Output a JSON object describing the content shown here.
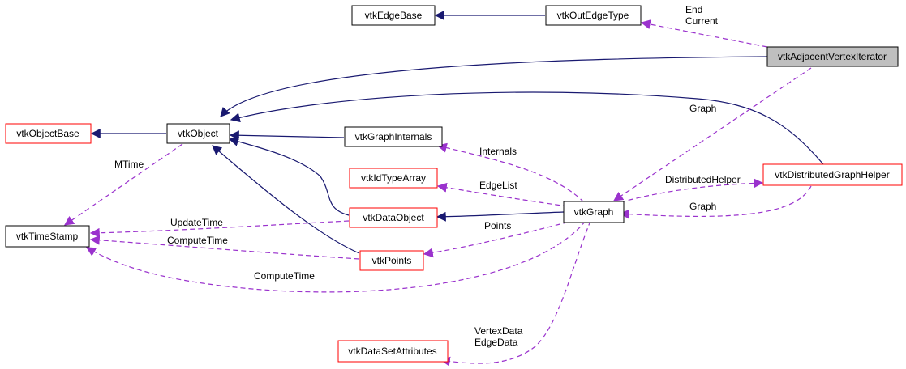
{
  "colors": {
    "inheritance_edge": "#191970",
    "usage_edge": "#9a32cd",
    "node_border_default": "#000000",
    "node_border_link": "#ff0000",
    "node_highlight_fill": "#bfbfbf"
  },
  "nodes": {
    "vtkEdgeBase": "vtkEdgeBase",
    "vtkOutEdgeType": "vtkOutEdgeType",
    "vtkAdjacentVertexIterator": "vtkAdjacentVertexIterator",
    "vtkObjectBase": "vtkObjectBase",
    "vtkObject": "vtkObject",
    "vtkGraphInternals": "vtkGraphInternals",
    "vtkIdTypeArray": "vtkIdTypeArray",
    "vtkDistributedGraphHelper": "vtkDistributedGraphHelper",
    "vtkTimeStamp": "vtkTimeStamp",
    "vtkDataObject": "vtkDataObject",
    "vtkGraph": "vtkGraph",
    "vtkPoints": "vtkPoints",
    "vtkDataSetAttributes": "vtkDataSetAttributes"
  },
  "edge_labels": {
    "end": "End",
    "current": "Current",
    "graph_top": "Graph",
    "mtime": "MTime",
    "internals": "Internals",
    "distributed_helper": "DistributedHelper",
    "edge_list": "EdgeList",
    "graph_bottom": "Graph",
    "update_time": "UpdateTime",
    "points": "Points",
    "compute_time_1": "ComputeTime",
    "compute_time_2": "ComputeTime",
    "vertex_data": "VertexData",
    "edge_data": "EdgeData"
  }
}
